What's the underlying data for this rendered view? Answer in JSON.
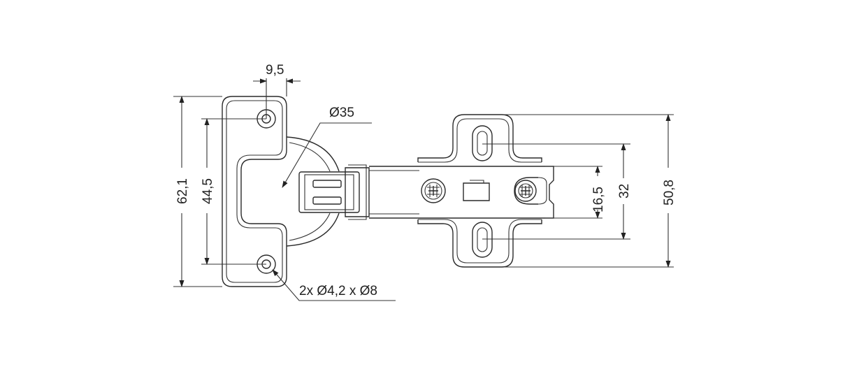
{
  "dimensions": {
    "hole_offset": "9,5",
    "cup_diameter": "Ø35",
    "overall_height": "62,1",
    "hole_spacing": "44,5",
    "screw_holes": "2x Ø4,2 x Ø8",
    "arm_width": "16,5",
    "plate_slot_spacing": "32",
    "plate_height": "50,8"
  }
}
